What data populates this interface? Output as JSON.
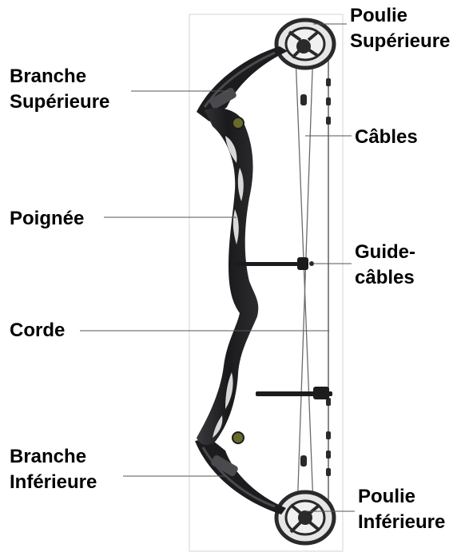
{
  "labels": {
    "branche_superieure": [
      "Branche",
      "Supérieure"
    ],
    "poignee": "Poignée",
    "corde": "Corde",
    "branche_inferieure": [
      "Branche",
      "Inférieure"
    ],
    "poulie_superieure": [
      "Poulie",
      "Supérieure"
    ],
    "cables": "Câbles",
    "guide_cables": [
      "Guide-",
      "câbles"
    ],
    "poulie_inferieure": [
      "Poulie",
      "Inférieure"
    ]
  },
  "colors": {
    "label_text": "#000000",
    "leader_line": "#555555",
    "bow_body": "#1c1c1e",
    "bow_highlight": "#4a4a4e",
    "string": "#6b6b6b",
    "frame": "#d4d4d4",
    "cam": "#2a2a2c",
    "background": "#ffffff"
  },
  "icons": {
    "bow": "compound-bow-illustration"
  }
}
